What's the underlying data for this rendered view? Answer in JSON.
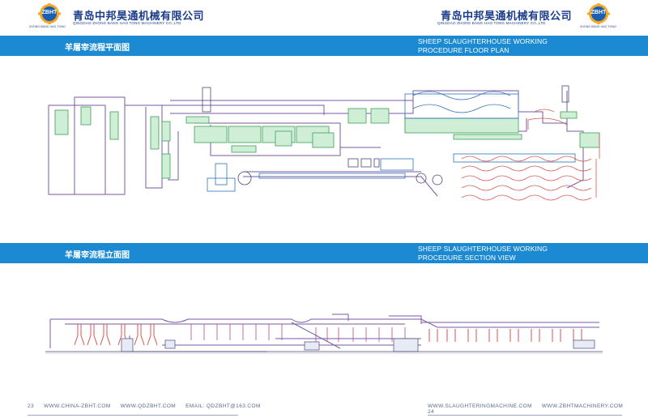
{
  "header": {
    "company_cn": "青岛中邦昊通机械有限公司",
    "company_en": "QINGDAO ZHONG BANG HAO TONG MACHINERY CO.,LTD",
    "logo_text": "ZBHT",
    "logo_sub": "ZHONG BANG HAO TONG"
  },
  "floor_plan": {
    "title_cn": "羊屠宰流程平面图",
    "title_en_line1": "SHEEP SLAUGHTERHOUSE WORKING",
    "title_en_line2": "PROCEDURE FLOOR PLAN"
  },
  "section_view": {
    "title_cn": "羊屠宰流程立面图",
    "title_en_line1": "SHEEP SLAUGHTERHOUSE WORKING",
    "title_en_line2": "PROCEDURE SECTION VIEW"
  },
  "footer": {
    "left_page": "23",
    "left_site": "WWW.CHINA-ZBHT.COM",
    "left_qq": "WWW.QDZBHT.COM",
    "left_email": "EMAIL: QDZBHT@163.COM",
    "right_site1": "WWW.SLAUGHTERINGMACHINE.COM",
    "right_site2": "WWW.ZBHTMACHINERY.COM",
    "right_page": "24"
  },
  "colors": {
    "brand_blue": "#1b8ad2",
    "text_navy": "#1a3c8c",
    "line_purple": "#7a5aa6",
    "line_red": "#d9534f",
    "equipment_green": "#3f9f5a",
    "equipment_blue": "#2e6fbf"
  }
}
